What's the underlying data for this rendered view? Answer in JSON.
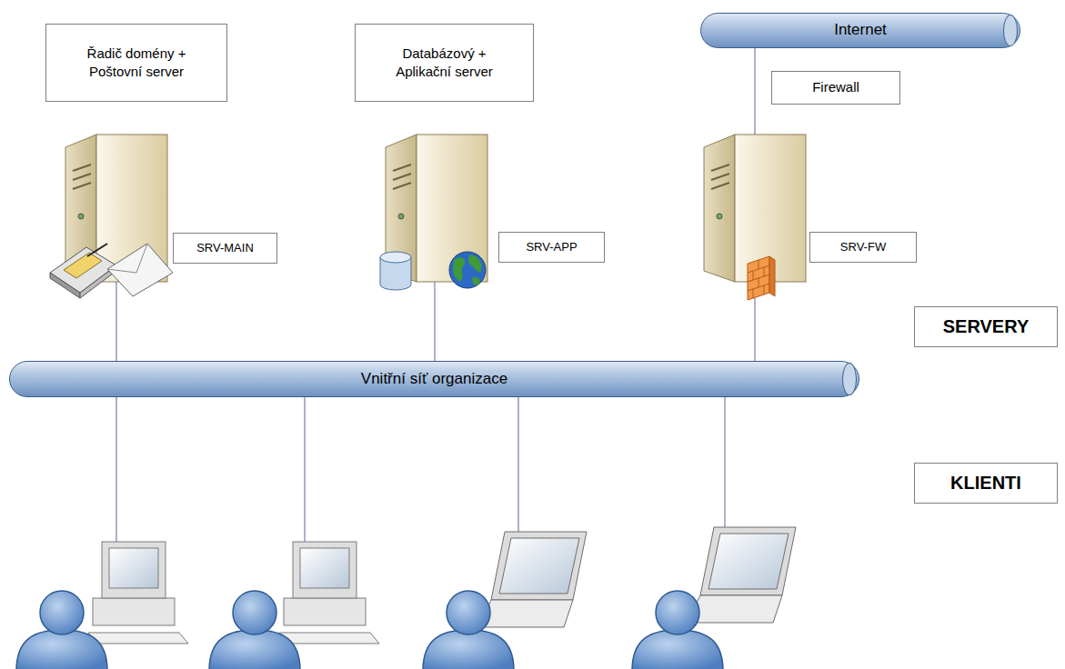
{
  "diagram": {
    "nodes": [
      {
        "text": [
          "Řadič domény + Poštovní server"
        ]
      },
      {
        "text": [
          "Databázový + Aplikační server"
        ]
      },
      {
        "text": [
          "Internet"
        ]
      },
      {
        "text": [
          "Firewall"
        ]
      },
      {
        "text": [
          "SRV-MAIN"
        ]
      },
      {
        "text": [
          "SRV-APP"
        ]
      },
      {
        "text": [
          "SRV-FW"
        ]
      },
      {
        "text": [
          "SERVERY"
        ]
      },
      {
        "text": [
          "Vnitřní síť organizace"
        ]
      },
      {
        "text": [
          "KLIENTI"
        ]
      }
    ],
    "edges": [
      {
        "from": 2,
        "to": 8,
        "arrow": "none"
      }
    ]
  }
}
